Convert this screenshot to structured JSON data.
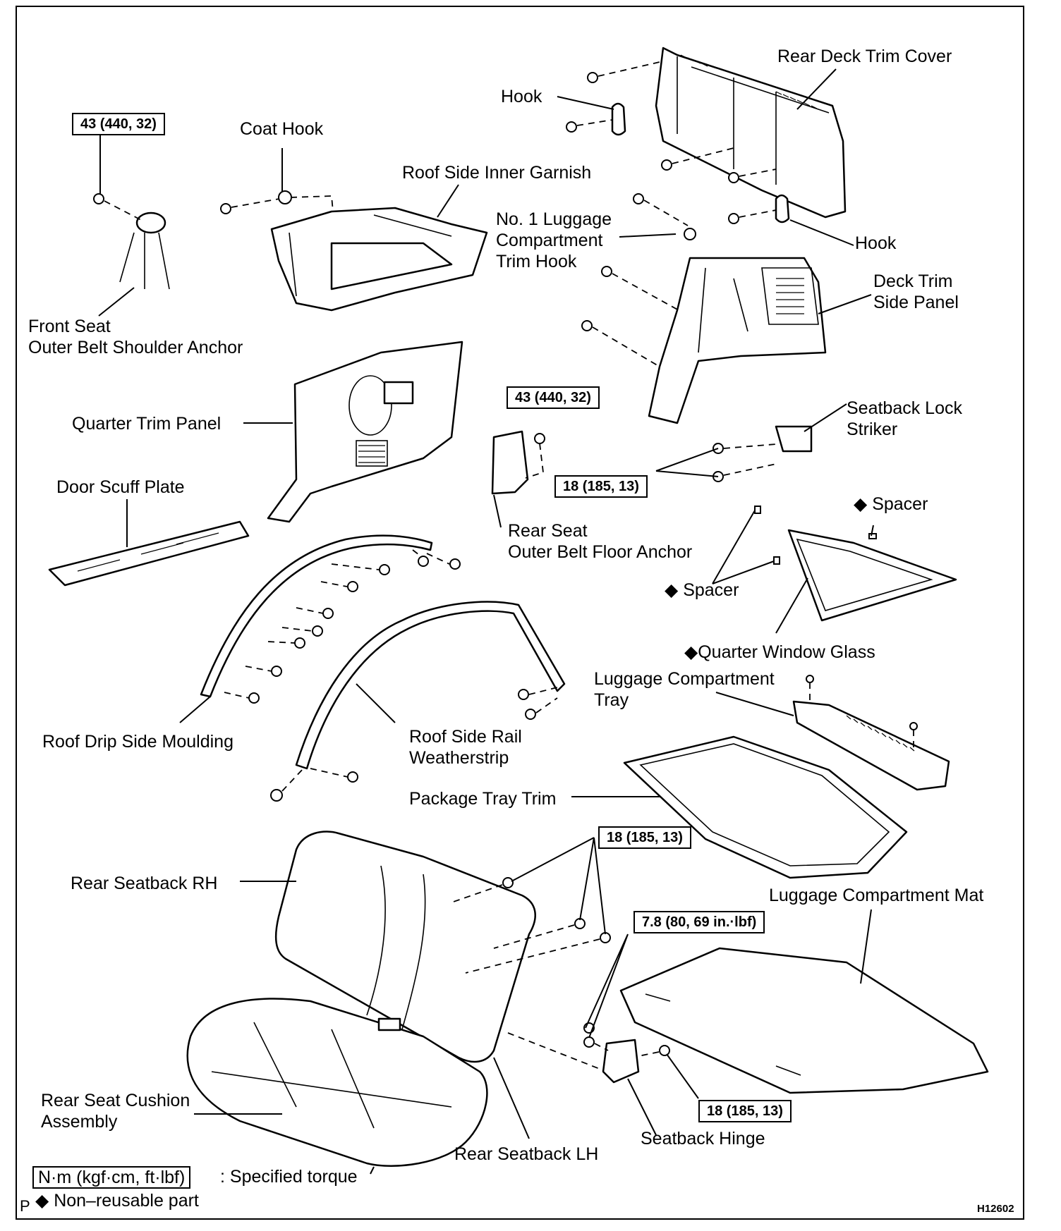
{
  "labels": {
    "rear_deck_trim_cover": "Rear Deck Trim Cover",
    "hook_top": "Hook",
    "coat_hook": "Coat Hook",
    "roof_side_inner_garnish": "Roof Side Inner Garnish",
    "luggage_trim_hook": "No. 1 Luggage\nCompartment\nTrim Hook",
    "hook_right": "Hook",
    "deck_trim_side_panel": "Deck Trim\nSide Panel",
    "front_seat_anchor": "Front Seat\nOuter Belt Shoulder Anchor",
    "quarter_trim_panel": "Quarter Trim Panel",
    "seatback_lock_striker": "Seatback Lock\nStriker",
    "door_scuff_plate": "Door Scuff Plate",
    "spacer_right": "Spacer",
    "rear_seat_floor_anchor": "Rear Seat\nOuter Belt Floor Anchor",
    "spacer_left": "Spacer",
    "quarter_window_glass": "Quarter Window Glass",
    "luggage_compartment_tray": "Luggage Compartment\nTray",
    "roof_drip_side_moulding": "Roof Drip Side Moulding",
    "roof_side_rail_weatherstrip": "Roof Side Rail\nWeatherstrip",
    "package_tray_trim": "Package Tray Trim",
    "rear_seatback_rh": "Rear Seatback RH",
    "luggage_compartment_mat": "Luggage Compartment Mat",
    "rear_seat_cushion": "Rear Seat Cushion\nAssembly",
    "rear_seatback_lh": "Rear Seatback LH",
    "seatback_hinge": "Seatback Hinge"
  },
  "torques": {
    "t_front_anchor": "43 (440, 32)",
    "t_floor_anchor": "43 (440, 32)",
    "t_striker": "18 (185, 13)",
    "t_seatback": "18 (185, 13)",
    "t_hinge_small": "7.8 (80, 69 in.·lbf)",
    "t_hinge": "18 (185, 13)"
  },
  "legend": {
    "unit_box": "N·m (kgf·cm, ft·lbf)",
    "unit_text": ": Specified torque",
    "non_reusable": "Non–reusable part",
    "diamond": "◆",
    "p_mark": "P"
  },
  "figure_code": "H12602"
}
